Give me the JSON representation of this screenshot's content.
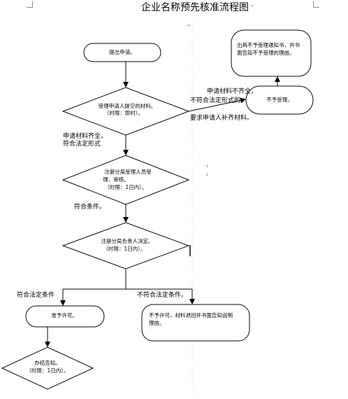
{
  "title": "企业名称预先核准流程图",
  "nodes": {
    "start": "提出申请。",
    "review_line1": "受理申请人提交的材料。",
    "review_line2": "（时限：即时）。",
    "check_line1": "注册分局受理人员受",
    "check_line2": "理、审核。",
    "check_line3": "（时限：1日内）。",
    "decide_line1": "注册分局负责人决定。",
    "decide_line2": "（时限：1日内）。",
    "approve": "准予许可。",
    "issue_line1": "办结告知。",
    "issue_line2": "（时限：1日内）。",
    "reject_line1": "不予许可，材料退回并书面告知说明",
    "reject_line2": "理由。",
    "not_accept": "不予受理。",
    "notice_line1": "出具不予受理通知书，并书",
    "notice_line2": "面告知不予受理的理由。"
  },
  "labels": {
    "complete_line1": "申请材料齐全，",
    "complete_line2": "符合法定形式",
    "incomplete_line1": "申请材料不齐全，",
    "incomplete_line2": "不符合法定形式的，",
    "incomplete_line3": "要求申请人补齐材料。",
    "meet": "符合条件。",
    "meet_law": "符合法定条件",
    "not_meet_law": "不符合法定条件。"
  },
  "colors": {
    "line": "#000000",
    "background": "#ffffff",
    "marks": "#777777"
  }
}
